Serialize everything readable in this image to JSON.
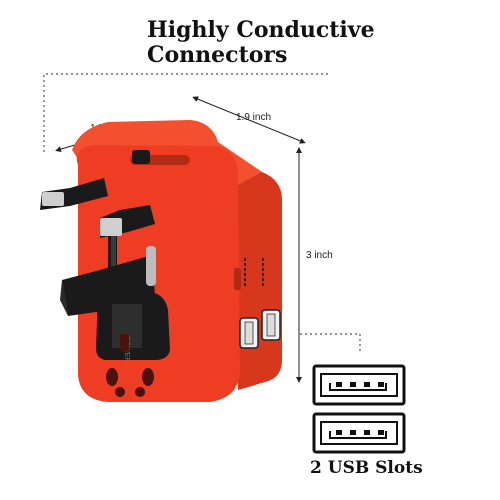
{
  "heading": {
    "line1": "Highly Conductive",
    "line2": "Connectors"
  },
  "dimensions": {
    "depth": "1.5 inch",
    "width": "1.9 inch",
    "height": "3 inch"
  },
  "caption": "2 USB Slots",
  "colors": {
    "adapter_body": "#ee3d22",
    "adapter_dark": "#c82d14",
    "plug_black": "#1a1a1a",
    "usb_stroke": "#111111"
  }
}
